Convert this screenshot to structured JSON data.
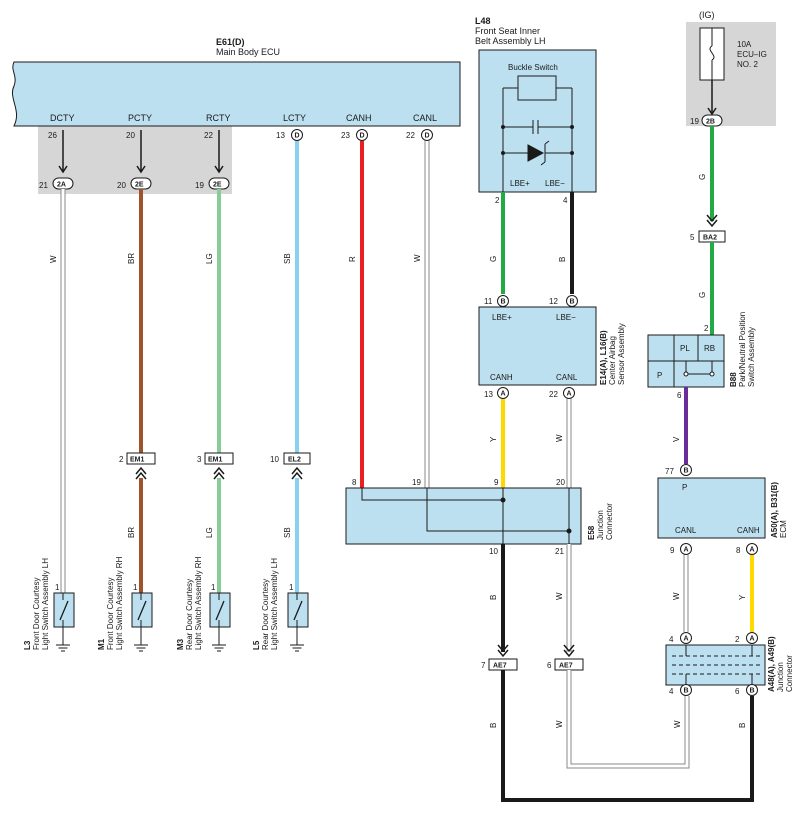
{
  "colors": {
    "box": "#bde0f0",
    "grey": "#d6d6d6",
    "W": "#ffffff",
    "BR": "#a0522d",
    "LG": "#88cc99",
    "SB": "#88d0f0",
    "R": "#e82020",
    "G": "#22aa44",
    "B": "#1a1a1a",
    "Y": "#ffd800",
    "V": "#6a2c9a"
  },
  "ecu": {
    "code": "E61(D)",
    "name": "Main Body ECU",
    "terms": [
      "DCTY",
      "PCTY",
      "RCTY",
      "LCTY",
      "CANH",
      "CANL"
    ],
    "pins": [
      "26",
      "20",
      "22",
      "13",
      "23",
      "22"
    ],
    "pin_tags": [
      "",
      "",
      "",
      "D",
      "D",
      "D"
    ],
    "sub_pins": [
      "21",
      "20",
      "19"
    ],
    "sub_tags": [
      "2A",
      "2E",
      "2E"
    ]
  },
  "wire_labels": {
    "w1": "W",
    "w2": "BR",
    "w3": "LG",
    "w4": "SB",
    "w5": "R",
    "w6": "W",
    "l48_g": "G",
    "l48_b": "B",
    "e14_y": "Y",
    "e14_w": "W",
    "ecu_ig_g1": "G",
    "ecu_ig_g2": "G",
    "b88_v": "V",
    "a50_w": "W",
    "a50_y": "Y",
    "e58_b": "B",
    "e58_w": "W",
    "bot_w1": "W",
    "bot_w2": "W",
    "bot_b1": "B",
    "bot_b2": "B",
    "br2": "BR",
    "lg2": "LG",
    "sb2": "SB"
  },
  "em_connectors": [
    {
      "pin": "2",
      "tag": "EM1"
    },
    {
      "pin": "3",
      "tag": "EM1"
    },
    {
      "pin": "10",
      "tag": "EL2"
    }
  ],
  "switches": [
    {
      "code": "L3",
      "line1": "Front Door Courtesy",
      "line2": "Light Switch Assembly LH",
      "pin": "1"
    },
    {
      "code": "M1",
      "line1": "Front Door Courtesy",
      "line2": "Light Switch Assembly RH",
      "pin": "1"
    },
    {
      "code": "M3",
      "line1": "Rear Door Courtesy",
      "line2": "Light Switch Assembly RH",
      "pin": "1"
    },
    {
      "code": "L5",
      "line1": "Rear Door Courtesy",
      "line2": "Light Switch Assembly LH",
      "pin": "1"
    }
  ],
  "l48": {
    "code": "L48",
    "line1": "Front Seat Inner",
    "line2": "Belt Assembly LH",
    "switch_label": "Buckle Switch",
    "term1": "LBE+",
    "term2": "LBE−",
    "pin1": "2",
    "pin2": "4"
  },
  "e14": {
    "code": "E14(A), L16(B)",
    "line1": "Center Airbag",
    "line2": "Sensor Assembly",
    "top_terms": [
      "LBE+",
      "LBE−"
    ],
    "top_pins": [
      "11",
      "12"
    ],
    "top_tags": [
      "B",
      "B"
    ],
    "bot_terms": [
      "CANH",
      "CANL"
    ],
    "bot_pins": [
      "13",
      "22"
    ],
    "bot_tags": [
      "A",
      "A"
    ]
  },
  "e58": {
    "code": "E58",
    "line1": "Junction",
    "line2": "Connector",
    "top_pins": [
      "8",
      "19",
      "9",
      "20"
    ],
    "bot_pins": [
      "10",
      "21"
    ]
  },
  "ae7": [
    {
      "pin": "7",
      "tag": "AE7"
    },
    {
      "pin": "6",
      "tag": "AE7"
    }
  ],
  "ig": {
    "label": "(IG)",
    "fuse_line1": "10A",
    "fuse_line2": "ECU–IG",
    "fuse_line3": "NO. 2",
    "pin": "19",
    "tag": "2B"
  },
  "ba2": {
    "pin": "5",
    "tag": "BA2"
  },
  "b88": {
    "code": "B88",
    "line1": "Park/Neutral Position",
    "line2": "Switch Assembly",
    "pin_top": "2",
    "pin_bot": "6",
    "t_pl": "PL",
    "t_rb": "RB",
    "t_p": "P"
  },
  "a50": {
    "code": "A50(A), B31(B)",
    "line1": "ECM",
    "pin_top": "77",
    "tag_top": "B",
    "term_p": "P",
    "terms": [
      "CANL",
      "CANH"
    ],
    "pins": [
      "9",
      "8"
    ],
    "tags": [
      "A",
      "A"
    ]
  },
  "a48": {
    "code": "A48(A), A49(B)",
    "line1": "Junction",
    "line2": "Connector",
    "top_pins": [
      "4",
      "2"
    ],
    "top_tags": [
      "A",
      "A"
    ],
    "bot_pins": [
      "4",
      "6"
    ],
    "bot_tags": [
      "B",
      "B"
    ]
  }
}
